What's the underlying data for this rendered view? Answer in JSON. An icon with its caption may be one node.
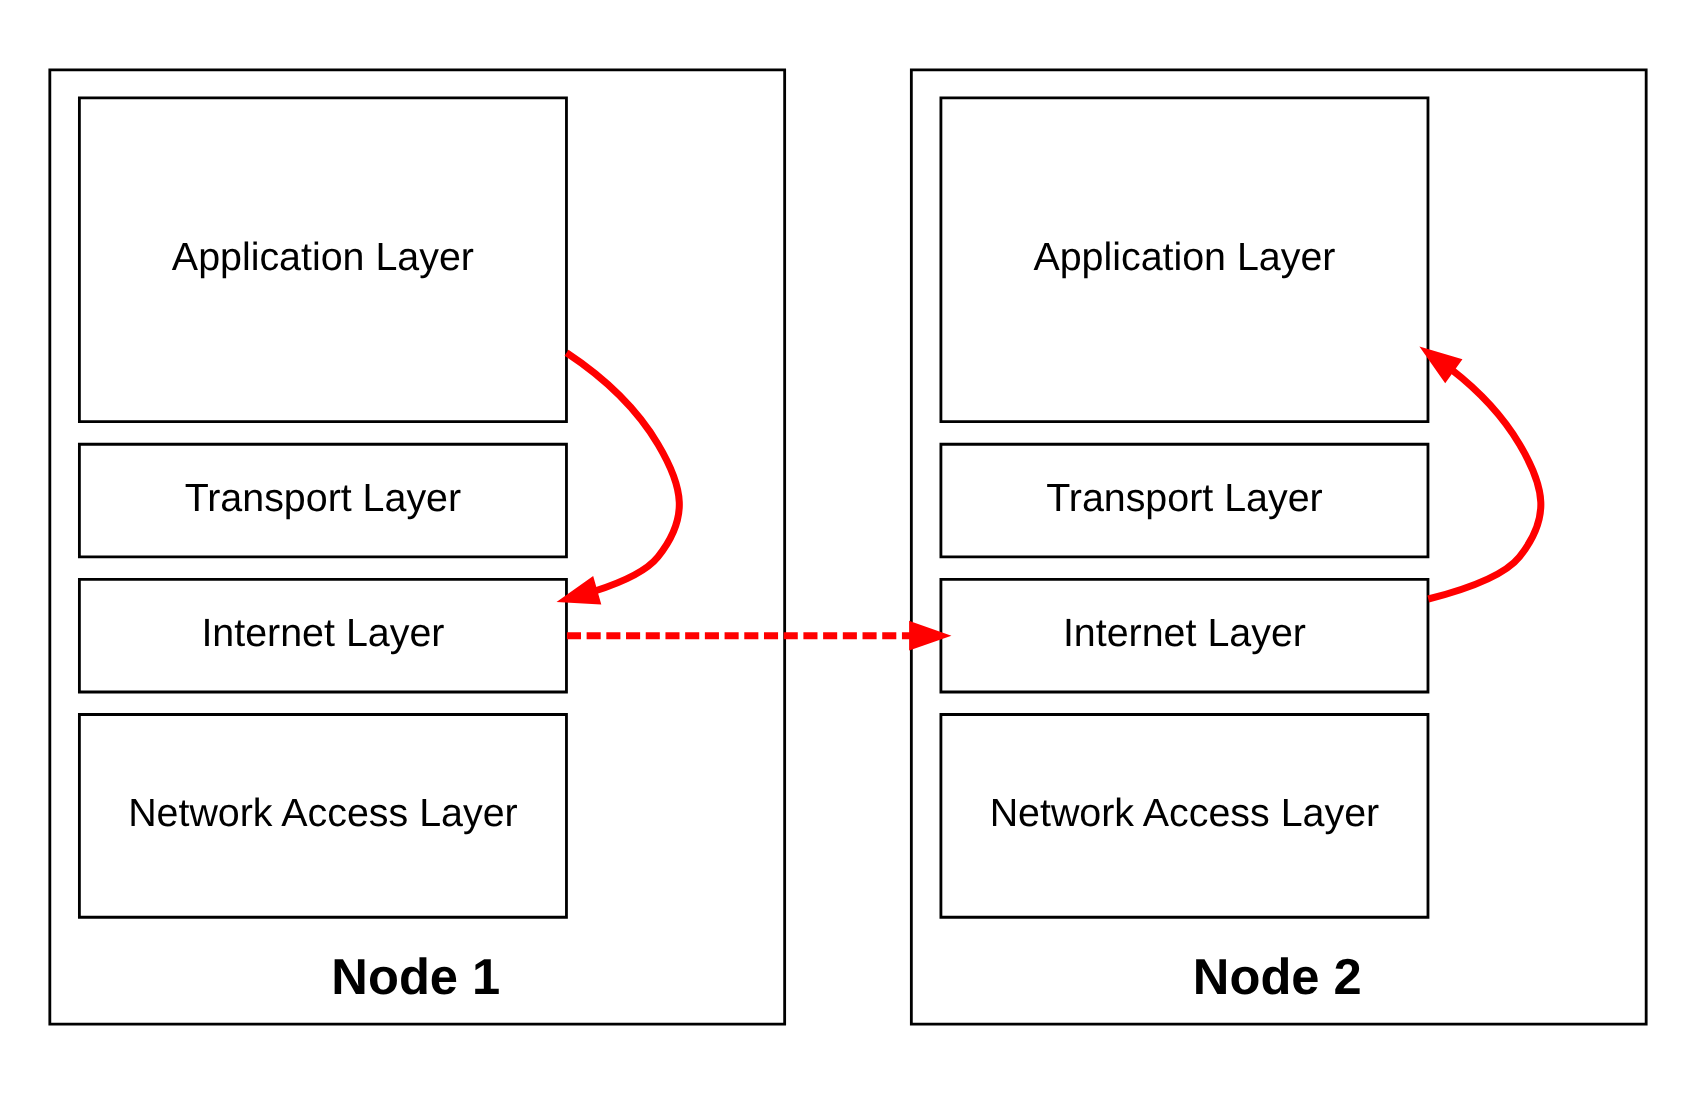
{
  "diagram": {
    "nodes": [
      {
        "text": [
          "Node 1"
        ]
      },
      {
        "text": [
          "Application Layer"
        ],
        "in": 0
      },
      {
        "text": [
          "Transport Layer"
        ],
        "in": 0
      },
      {
        "text": [
          "Internet Layer"
        ],
        "in": 0
      },
      {
        "text": [
          "Network Access Layer"
        ],
        "in": 0
      },
      {
        "text": [
          "Node 2"
        ]
      },
      {
        "text": [
          "Application Layer"
        ],
        "in": 5
      },
      {
        "text": [
          "Transport Layer"
        ],
        "in": 5
      },
      {
        "text": [
          "Internet Layer"
        ],
        "in": 5
      },
      {
        "text": [
          "Network Access Layer"
        ],
        "in": 5
      }
    ],
    "edges": [
      {
        "from": 1,
        "to": 3,
        "arrow": "to",
        "color": "#ff0000"
      },
      {
        "from": 3,
        "to": 8,
        "arrow": "to",
        "style": "dashed",
        "color": "#ff0000"
      },
      {
        "from": 8,
        "to": 6,
        "arrow": "to",
        "color": "#ff0000"
      }
    ]
  }
}
